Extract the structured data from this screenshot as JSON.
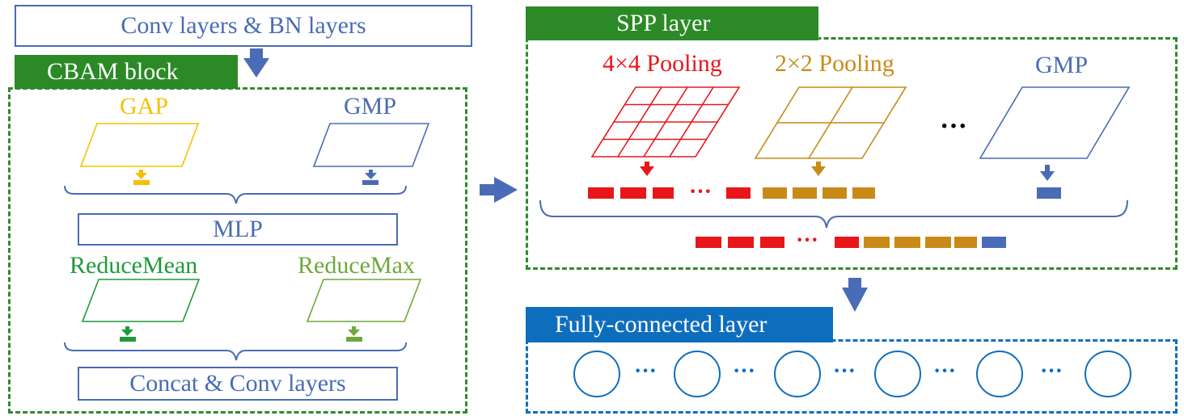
{
  "header": {
    "conv_bn_label": "Conv layers & BN layers"
  },
  "cbam": {
    "title": "CBAM block",
    "gap_label": "GAP",
    "gmp_label": "GMP",
    "mlp_label": "MLP",
    "reduce_mean_label": "ReduceMean",
    "reduce_max_label": "ReduceMax",
    "concat_label": "Concat & Conv layers"
  },
  "spp": {
    "title": "SPP layer",
    "pool4_label": "4×4 Pooling",
    "pool2_label": "2×2 Pooling",
    "gmp_label": "GMP",
    "ellipsis": "···",
    "dots": "···"
  },
  "fc": {
    "title": "Fully-connected layer",
    "dots": "···"
  },
  "colors": {
    "blue": "#4a6bb5",
    "dark_blue": "#0e6ebe",
    "green": "#2e8b2e",
    "gold": "#f2c200",
    "red": "#e8161b",
    "orange": "#c98a17",
    "reduce_mean": "#1f9a3a",
    "reduce_max": "#6fa83c"
  }
}
